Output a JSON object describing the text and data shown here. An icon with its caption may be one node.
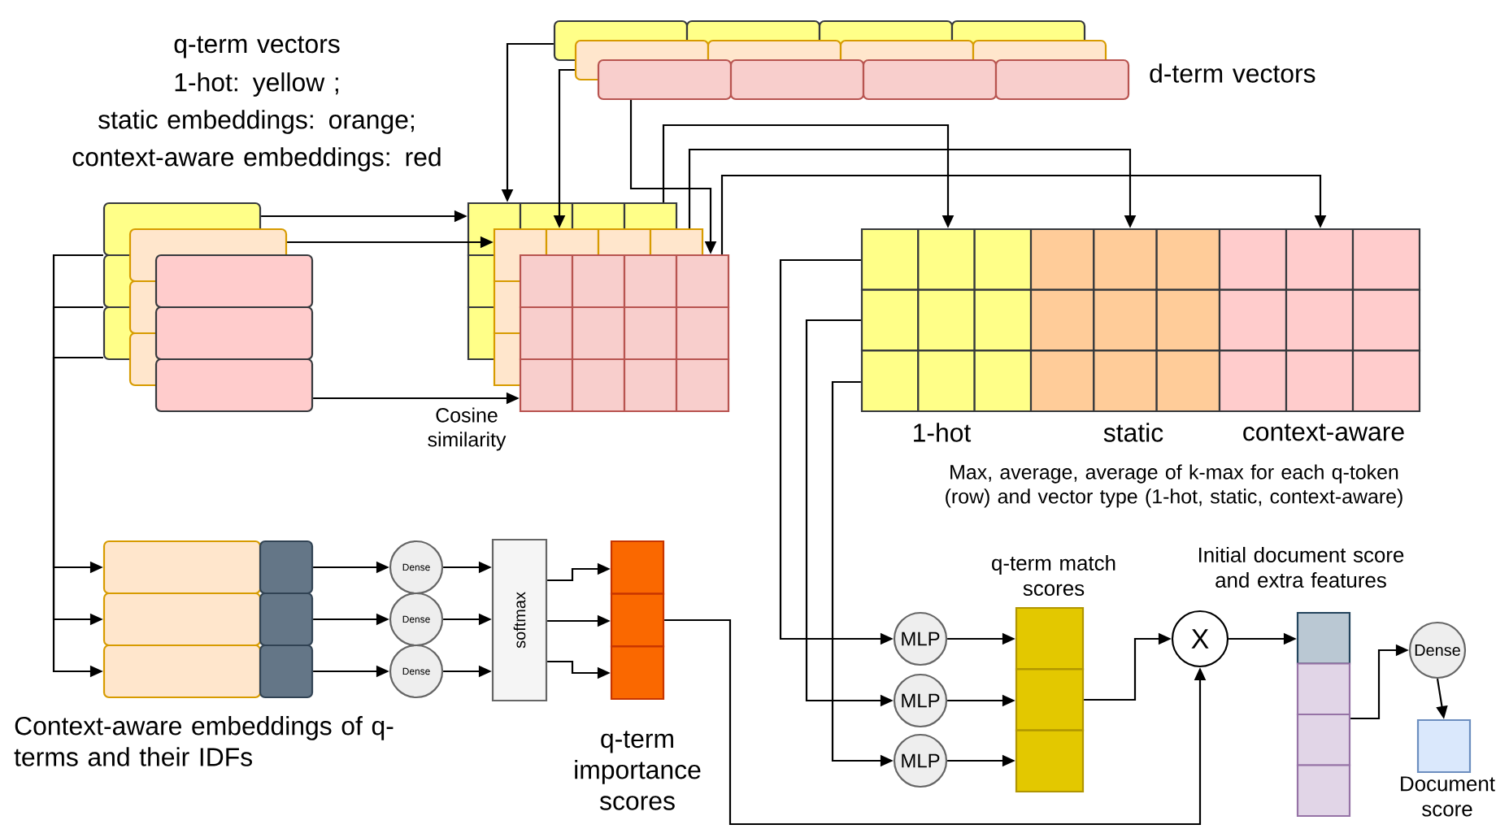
{
  "diagram": {
    "nodes": [
      {
        "text": [],
        "shape": "box"
      },
      {
        "text": [],
        "shape": "box"
      },
      {
        "text": [],
        "shape": "box"
      },
      {
        "text": [],
        "shape": "box"
      },
      {
        "text": [],
        "shape": "box"
      },
      {
        "text": [],
        "shape": "box"
      },
      {
        "text": [],
        "shape": "box"
      },
      {
        "text": [],
        "shape": "box"
      },
      {
        "text": [],
        "shape": "box",
        "beside": [
          "Cosine similarity"
        ]
      },
      {
        "text": [],
        "shape": "box",
        "beside": [
          "1-hot"
        ]
      },
      {
        "text": [],
        "shape": "box",
        "beside": [
          "static"
        ]
      },
      {
        "text": [],
        "shape": "box",
        "beside": [
          "context-aware"
        ]
      },
      {
        "text": [],
        "shape": "box"
      },
      {
        "text": [],
        "shape": "box"
      },
      {
        "text": [],
        "shape": "box"
      },
      {
        "text": [],
        "shape": "box"
      },
      {
        "text": [],
        "shape": "box"
      },
      {
        "text": [],
        "shape": "box"
      },
      {
        "text": [
          "Dense"
        ]
      },
      {
        "text": [
          "Dense"
        ]
      },
      {
        "text": [
          "Dense"
        ]
      },
      {
        "text": [
          "softmax"
        ]
      },
      {
        "text": [],
        "shape": "box",
        "beside": [
          "q-term importance scores"
        ]
      },
      {
        "text": [
          "MLP"
        ]
      },
      {
        "text": [
          "MLP"
        ]
      },
      {
        "text": [
          "MLP"
        ]
      },
      {
        "text": [],
        "shape": "box",
        "beside": [
          "q-term match scores"
        ]
      },
      {
        "text": [
          "X"
        ]
      },
      {
        "text": [],
        "shape": "box",
        "beside": [
          "Initial document score and extra features"
        ]
      },
      {
        "text": [
          "Dense"
        ]
      },
      {
        "text": [],
        "shape": "box",
        "beside": [
          "Document score"
        ]
      }
    ],
    "edges": [
      {
        "from": 0,
        "to": 6,
        "arrow": "to"
      },
      {
        "from": 1,
        "to": 7,
        "arrow": "to"
      },
      {
        "from": 2,
        "to": 8,
        "arrow": "to"
      },
      {
        "from": 3,
        "to": 6,
        "arrow": "to"
      },
      {
        "from": 4,
        "to": 7,
        "arrow": "to"
      },
      {
        "from": 5,
        "to": 8,
        "arrow": "to"
      },
      {
        "from": 6,
        "to": 9,
        "arrow": "to"
      },
      {
        "from": 7,
        "to": 10,
        "arrow": "to"
      },
      {
        "from": 8,
        "to": 11,
        "arrow": "to"
      },
      {
        "from": 0,
        "to": 12,
        "arrow": "to"
      },
      {
        "from": 0,
        "to": 13,
        "arrow": "to"
      },
      {
        "from": 0,
        "to": 14,
        "arrow": "to"
      },
      {
        "from": 15,
        "to": 18,
        "arrow": "to"
      },
      {
        "from": 16,
        "to": 19,
        "arrow": "to"
      },
      {
        "from": 17,
        "to": 20,
        "arrow": "to"
      },
      {
        "from": 18,
        "to": 21,
        "arrow": "to"
      },
      {
        "from": 19,
        "to": 21,
        "arrow": "to"
      },
      {
        "from": 20,
        "to": 21,
        "arrow": "to"
      },
      {
        "from": 21,
        "to": 22,
        "arrow": "to"
      },
      {
        "from": 21,
        "to": 22,
        "arrow": "to"
      },
      {
        "from": 21,
        "to": 22,
        "arrow": "to"
      },
      {
        "from": 9,
        "to": 23,
        "arrow": "to"
      },
      {
        "from": 9,
        "to": 24,
        "arrow": "to"
      },
      {
        "from": 9,
        "to": 25,
        "arrow": "to"
      },
      {
        "from": 23,
        "to": 26,
        "arrow": "to"
      },
      {
        "from": 24,
        "to": 26,
        "arrow": "to"
      },
      {
        "from": 25,
        "to": 26,
        "arrow": "to"
      },
      {
        "from": 26,
        "to": 27,
        "arrow": "to"
      },
      {
        "from": 22,
        "to": 27,
        "arrow": "to"
      },
      {
        "from": 27,
        "to": 28,
        "arrow": "to"
      },
      {
        "from": 28,
        "to": 29,
        "arrow": "to"
      },
      {
        "from": 29,
        "to": 30,
        "arrow": "to"
      }
    ],
    "labels": [
      "q-term vectors",
      "1-hot: yellow ;",
      "static embeddings: orange;",
      "context-aware embeddings: red",
      "d-term vectors",
      "Context-aware embeddings of q-terms and their IDFs",
      "Max, average, average of k-max for each q-token (row) and vector type (1-hot, static, context-aware)"
    ]
  }
}
